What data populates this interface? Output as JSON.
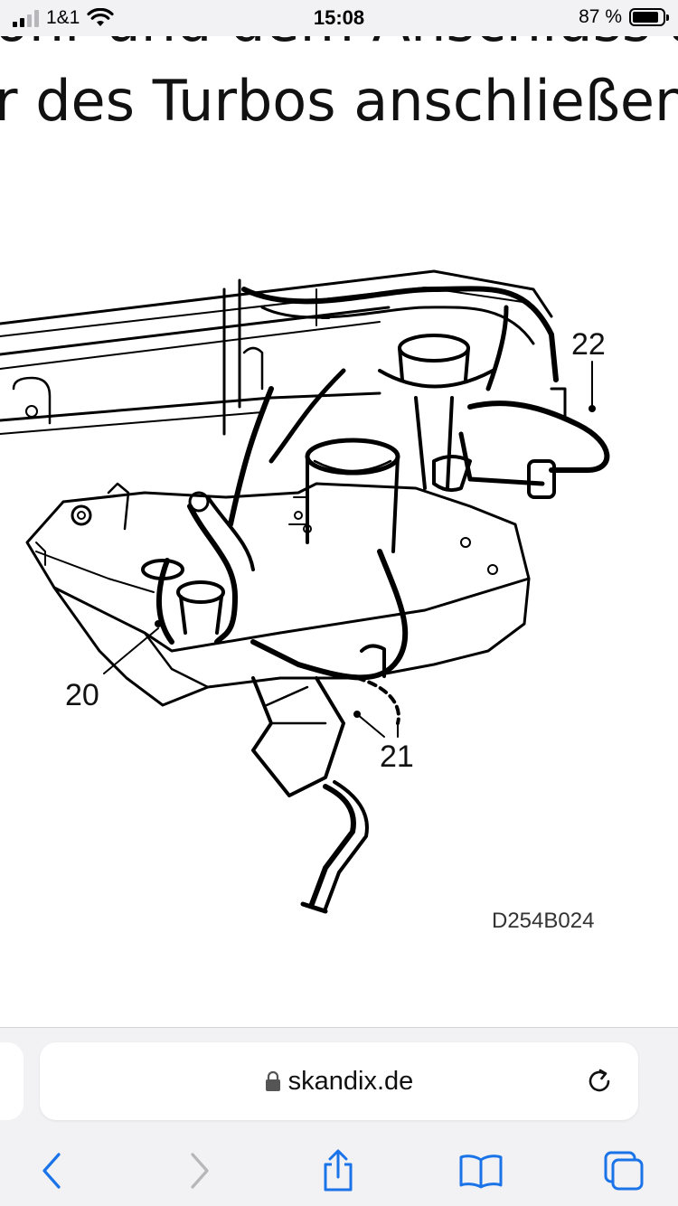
{
  "status_bar": {
    "carrier": "1&1",
    "time": "15:08",
    "battery_text": "87 %",
    "battery_level": 0.87
  },
  "article": {
    "line1": "ohr und dem Anschluss an",
    "line2": "r des Turbos anschließen"
  },
  "diagram": {
    "callouts": [
      "20",
      "21",
      "22"
    ],
    "drawing_id": "D254B024"
  },
  "browser": {
    "domain": "skandix.de"
  },
  "colors": {
    "accent": "#1a73e8",
    "disabled": "#b7b7bb",
    "chrome_bg": "#f2f2f4"
  },
  "icons": {
    "back": "chevron-left-icon",
    "forward": "chevron-right-icon",
    "share": "share-icon",
    "bookmarks": "book-icon",
    "tabs": "tabs-icon",
    "reload": "reload-icon",
    "lock": "lock-icon"
  }
}
